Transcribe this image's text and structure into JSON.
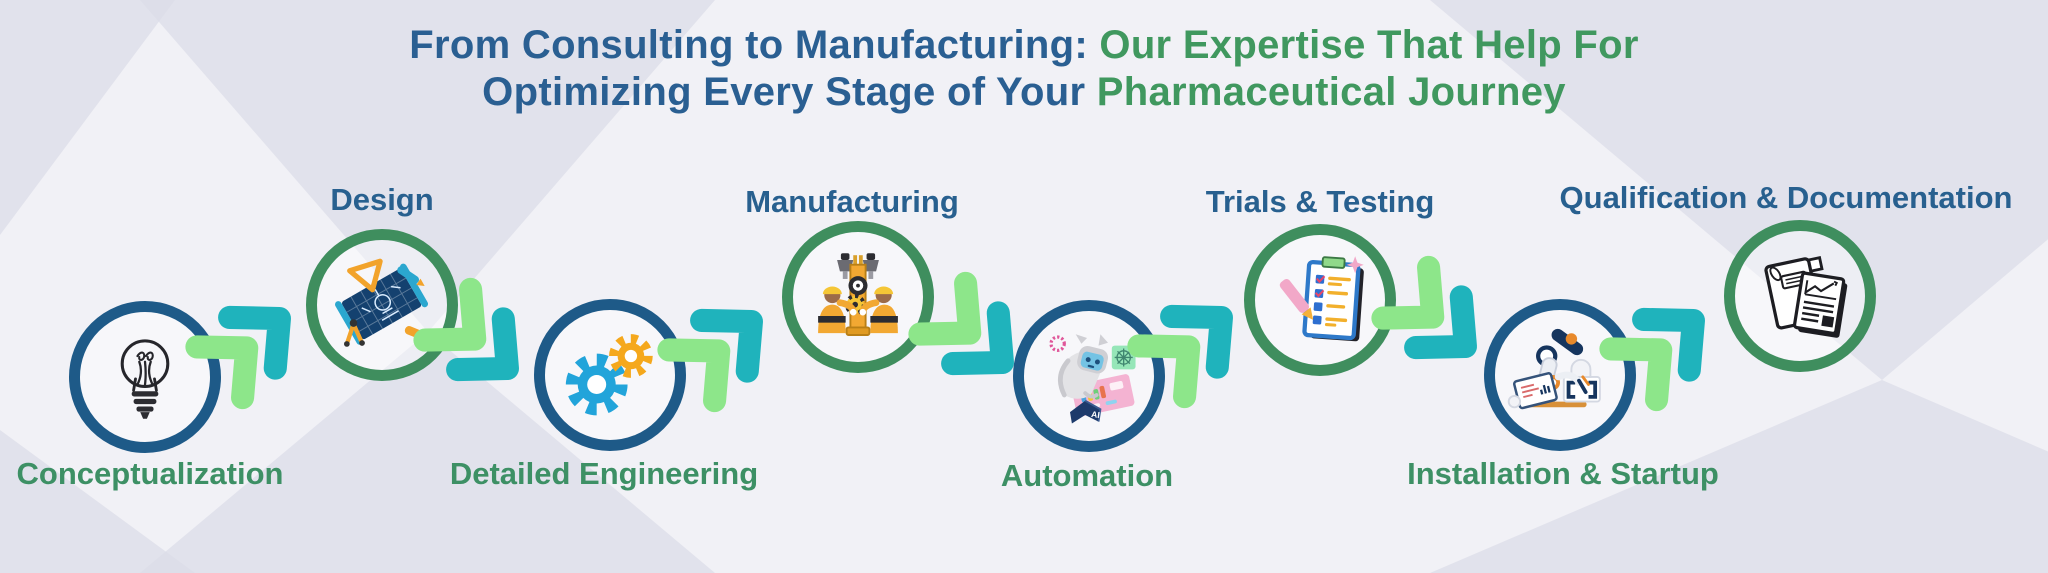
{
  "title": {
    "line1": {
      "blue": "From Consulting to Manufacturing:",
      "green": "Our Expertise That Help For"
    },
    "line2": {
      "blue": "Optimizing Every Stage of Your",
      "green": "Pharmaceutical Journey"
    }
  },
  "stages": [
    {
      "label": "Conceptualization",
      "icon": "lightbulb-icon",
      "ring_color": "#1e5a88",
      "label_color": "#3d9065",
      "label_position": "below"
    },
    {
      "label": "Design",
      "icon": "drafting-board-icon",
      "ring_color": "#3f8e5e",
      "label_color": "#28608f",
      "label_position": "above"
    },
    {
      "label": "Detailed Engineering",
      "icon": "gears-icon",
      "ring_color": "#1e5a88",
      "label_color": "#3d9065",
      "label_position": "below"
    },
    {
      "label": "Manufacturing",
      "icon": "workers-machine-icon",
      "ring_color": "#3f8e5e",
      "label_color": "#28608f",
      "label_position": "above"
    },
    {
      "label": "Automation",
      "icon": "robot-icon",
      "ring_color": "#1e5a88",
      "label_color": "#3d9065",
      "label_position": "below"
    },
    {
      "label": "Trials & Testing",
      "icon": "checklist-icon",
      "ring_color": "#3f8e5e",
      "label_color": "#28608f",
      "label_position": "above"
    },
    {
      "label": "Installation & Startup",
      "icon": "robotic-arm-icon",
      "ring_color": "#1e5a88",
      "label_color": "#3d9065",
      "label_position": "below"
    },
    {
      "label": "Qualification & Documentation",
      "icon": "documents-icon",
      "ring_color": "#3f8e5e",
      "label_color": "#28608f",
      "label_position": "above"
    }
  ],
  "arrows": {
    "style": "double-chevron",
    "sequence": [
      "up-right",
      "down-right",
      "up-right",
      "down-right",
      "up-right",
      "down-right",
      "up-right"
    ],
    "back_color": "#8de68a",
    "front_color": "#1fb3bc"
  },
  "colors": {
    "ring_blue": "#1e5a88",
    "ring_green": "#3f8e5e",
    "title_blue": "#2a5f92",
    "title_green": "#40985f",
    "label_blue": "#28608f",
    "label_green": "#3d9065",
    "chevron_light": "#8de68a",
    "chevron_teal": "#1fb3bc",
    "bg_base": "#f1f1f6",
    "bg_triangle": "#dbdce7"
  }
}
